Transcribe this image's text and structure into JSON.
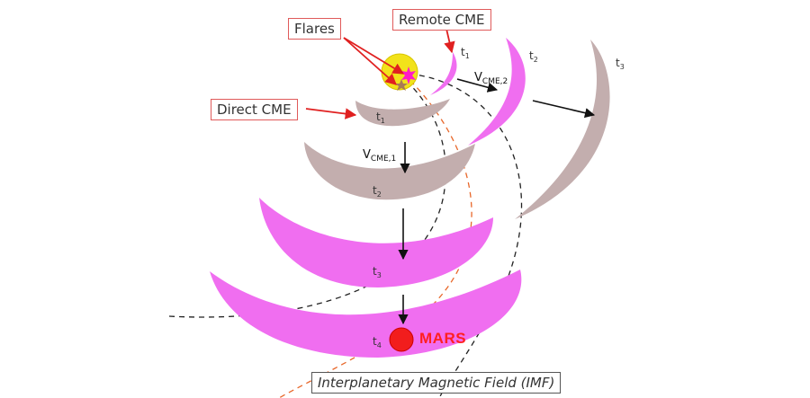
{
  "labels": {
    "flares": "Flares",
    "remote_cme": "Remote CME",
    "direct_cme": "Direct CME",
    "imf": "Interplanetary Magnetic Field (IMF)",
    "mars": "MARS"
  },
  "times": {
    "direct_t1": "t",
    "direct_t1_sub": "1",
    "direct_t2": "t",
    "direct_t2_sub": "2",
    "direct_t3": "t",
    "direct_t3_sub": "3",
    "direct_t4": "t",
    "direct_t4_sub": "4",
    "remote_t1": "t",
    "remote_t1_sub": "1",
    "remote_t2": "t",
    "remote_t2_sub": "2",
    "remote_t3": "t",
    "remote_t3_sub": "3"
  },
  "velocities": {
    "v1_main": "V",
    "v1_sub": "CME,1",
    "v2_main": "V",
    "v2_sub": "CME,2"
  },
  "colors": {
    "pink": "#f06ef0",
    "gray": "#c3aeae",
    "sun": "#f2e21a",
    "mars": "#f21d1d",
    "callout_red": "#e02020",
    "imf_orange": "#e8672a"
  }
}
